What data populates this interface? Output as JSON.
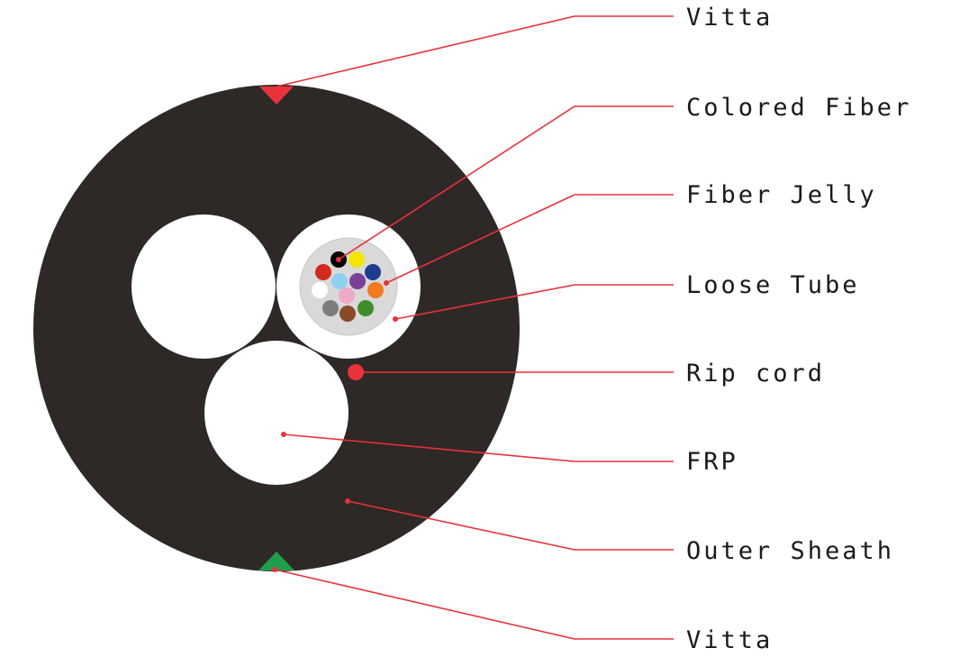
{
  "labels": {
    "vitta_top": "Vitta",
    "colored_fiber": "Colored Fiber",
    "fiber_jelly": "Fiber Jelly",
    "loose_tube": "Loose Tube",
    "rip_cord": "Rip cord",
    "frp": "FRP",
    "outer_sheath": "Outer Sheath",
    "vitta_bottom": "Vitta"
  },
  "colors": {
    "sheath": "#2e2827",
    "leader": "#e8323c",
    "vitta_top": "#e8323c",
    "vitta_bottom": "#1e9e4a",
    "tube": "#ffffff",
    "jelly": "#d9d9d9",
    "rip_cord": "#e8323c",
    "fibers": [
      "#000000",
      "#f2e600",
      "#d22a1e",
      "#1f3d8f",
      "#ffffff",
      "#8fd0ef",
      "#7a3f97",
      "#f07a1e",
      "#f0a8c8",
      "#7d7d7d",
      "#8a4a2a",
      "#3e8f2c"
    ]
  }
}
